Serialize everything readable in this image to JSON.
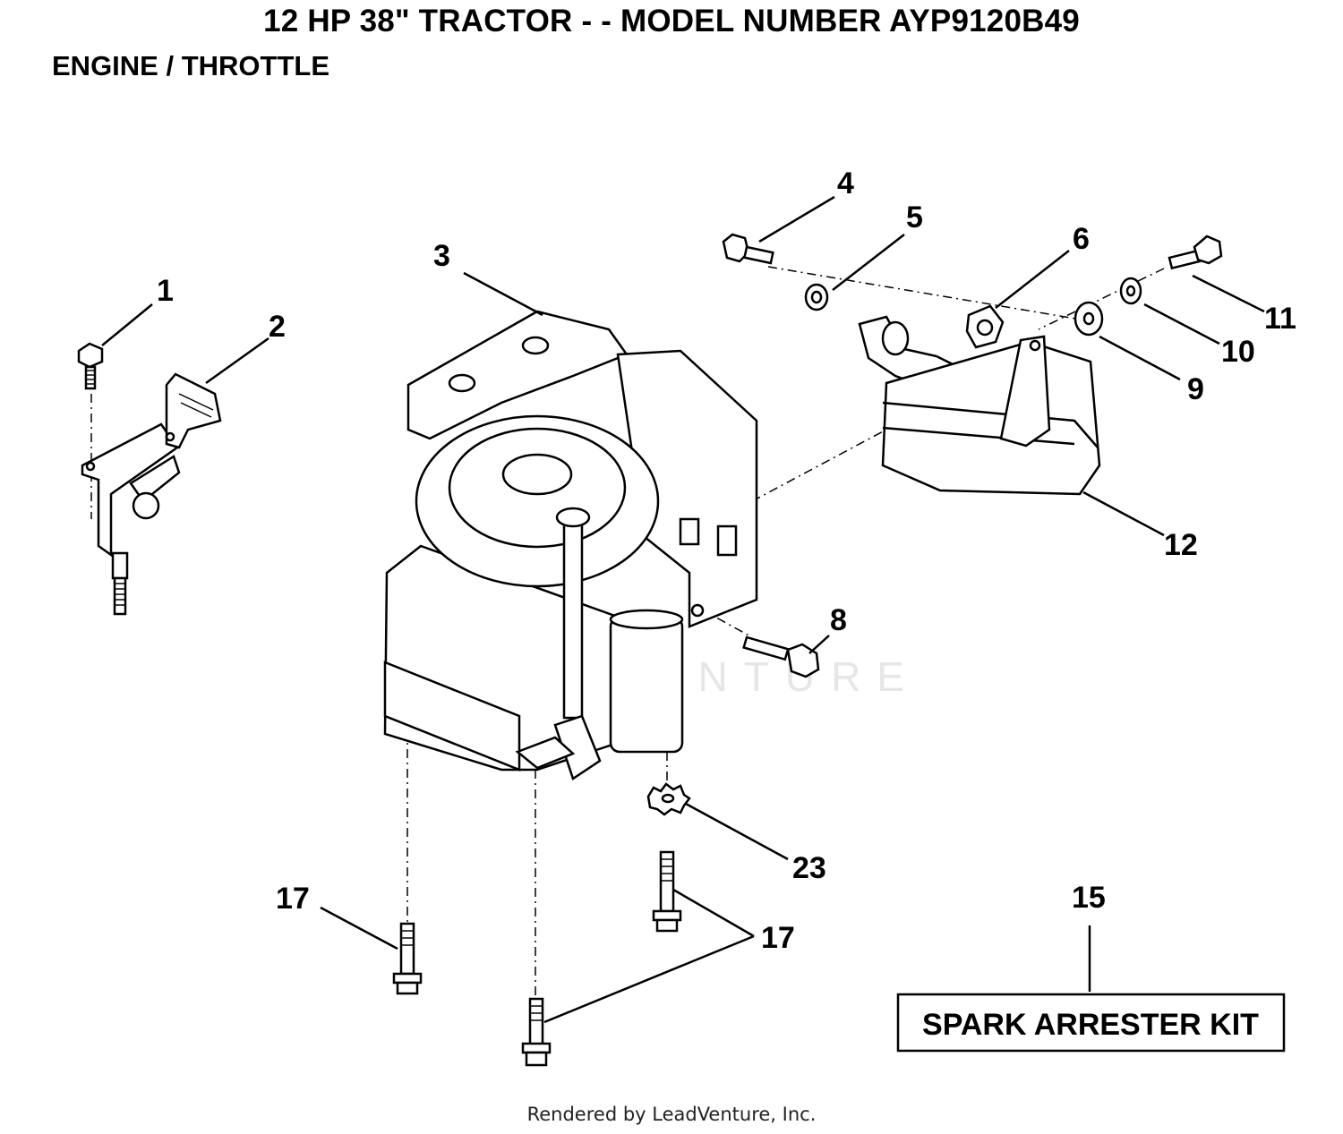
{
  "header": {
    "title": "12 HP 38\" TRACTOR - - MODEL NUMBER AYP9120B49",
    "subtitle": "ENGINE / THROTTLE"
  },
  "callouts": {
    "c1": "1",
    "c2": "2",
    "c3": "3",
    "c4": "4",
    "c5": "5",
    "c6": "6",
    "c8": "8",
    "c9": "9",
    "c10": "10",
    "c11": "11",
    "c12": "12",
    "c15": "15",
    "c17a": "17",
    "c17b": "17",
    "c23": "23"
  },
  "kit": {
    "label": "SPARK ARRESTER KIT"
  },
  "watermark": {
    "text": "LEADVENTURE"
  },
  "footer": {
    "text": "Rendered by LeadVenture, Inc."
  }
}
